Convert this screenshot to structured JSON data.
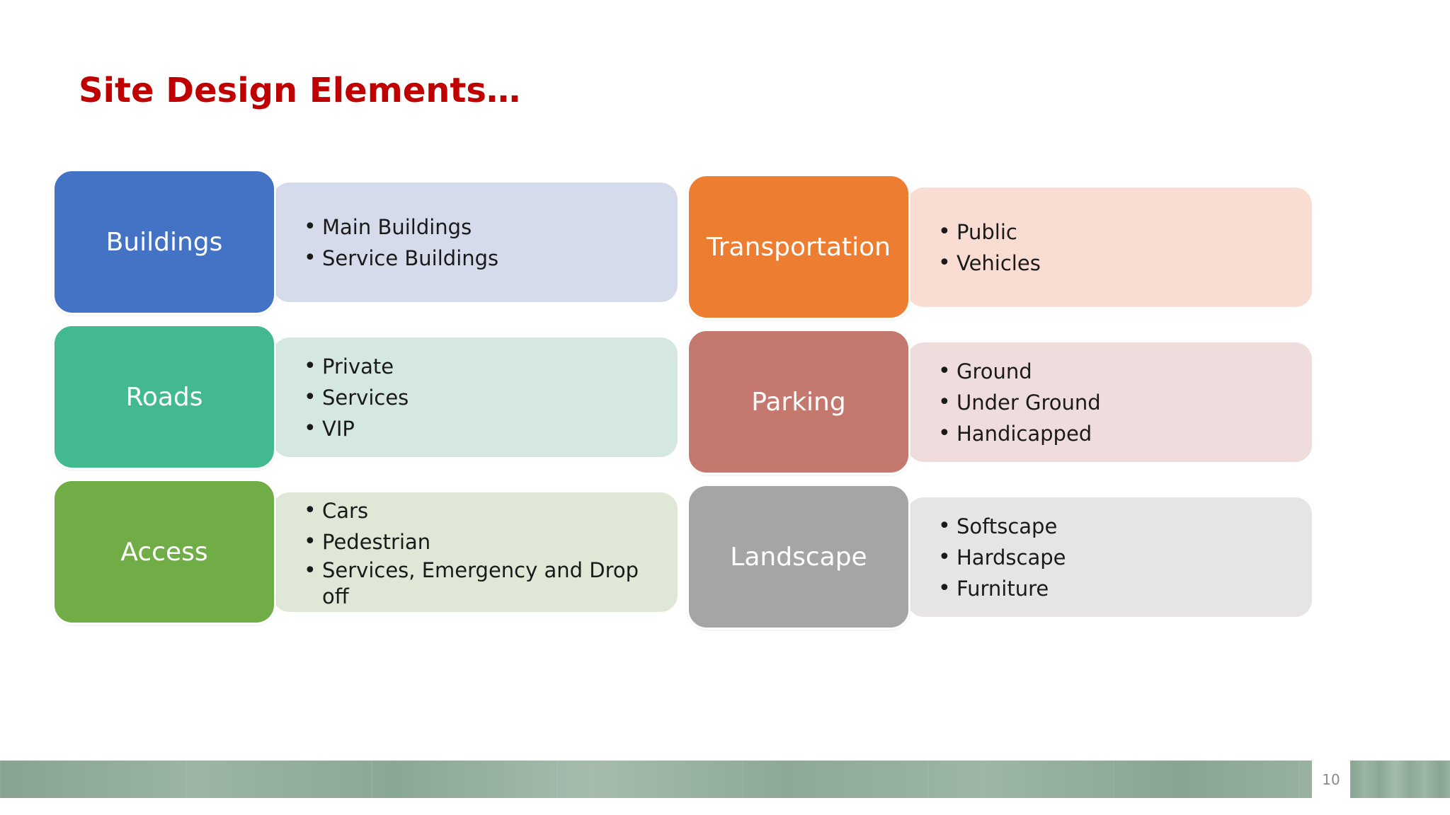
{
  "slide": {
    "title": "Site Design Elements…",
    "page_number": "10"
  },
  "blocks": [
    {
      "label": "Buildings",
      "items": [
        "Main Buildings",
        "Service Buildings"
      ],
      "badge_color": "#4472c4",
      "detail_color": "#d6dbec"
    },
    {
      "label": "Roads",
      "items": [
        "Private",
        "Services",
        "VIP"
      ],
      "badge_color": "#43b98f",
      "detail_color": "#d4e8e0"
    },
    {
      "label": "Access",
      "items": [
        "Cars",
        "Pedestrian",
        "Services, Emergency and Drop off"
      ],
      "badge_color": "#70ad47",
      "detail_color": "#dfe7d6"
    },
    {
      "label": "Transportation",
      "items": [
        "Public",
        "Vehicles"
      ],
      "badge_color": "#ed7d31",
      "detail_color": "#f9ddd3"
    },
    {
      "label": "Parking",
      "items": [
        "Ground",
        "Under Ground",
        "Handicapped"
      ],
      "badge_color": "#c5786e",
      "detail_color": "#efdcdc"
    },
    {
      "label": "Landscape",
      "items": [
        "Softscape",
        "Hardscape",
        "Furniture"
      ],
      "badge_color": "#a5a5a5",
      "detail_color": "#e6e4e5"
    }
  ]
}
